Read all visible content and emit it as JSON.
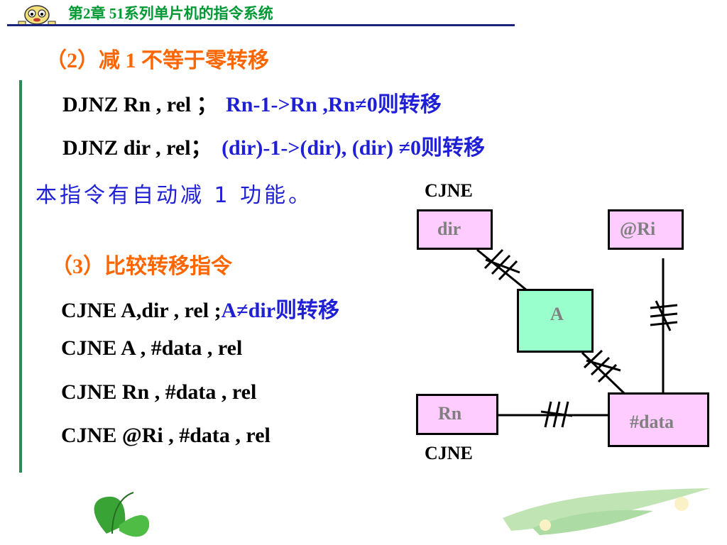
{
  "header": {
    "title": "第2章  51系列单片机的指令系统"
  },
  "section2": {
    "title": "（2）减 1 不等于零转移",
    "lines": [
      {
        "code": "DJNZ  Rn , rel ；",
        "note": "Rn-1->Rn ,Rn≠0则转移"
      },
      {
        "code": "DJNZ  dir , rel；",
        "note": "(dir)-1->(dir), (dir) ≠0则转移"
      }
    ],
    "remark": "本指令有自动减 1 功能。"
  },
  "section3": {
    "title": "（3）比较转移指令",
    "line1_code": "CJNE A,dir , rel ;",
    "line1_note": "A≠dir则转移",
    "lines": [
      "CJNE A , #data , rel",
      "CJNE Rn , #data , rel",
      "CJNE @Ri , #data , rel"
    ]
  },
  "diagram": {
    "label_top": "CJNE",
    "label_bottom": "CJNE",
    "boxes": {
      "dir": "dir",
      "ri": "@Ri",
      "a": "A",
      "rn": "Rn",
      "data": "#data"
    }
  },
  "colors": {
    "title_green": "#009933",
    "section_orange": "#ff6600",
    "note_blue": "#1f1fd6",
    "box_pink": "#ffccff",
    "box_green": "#99ffcc"
  }
}
